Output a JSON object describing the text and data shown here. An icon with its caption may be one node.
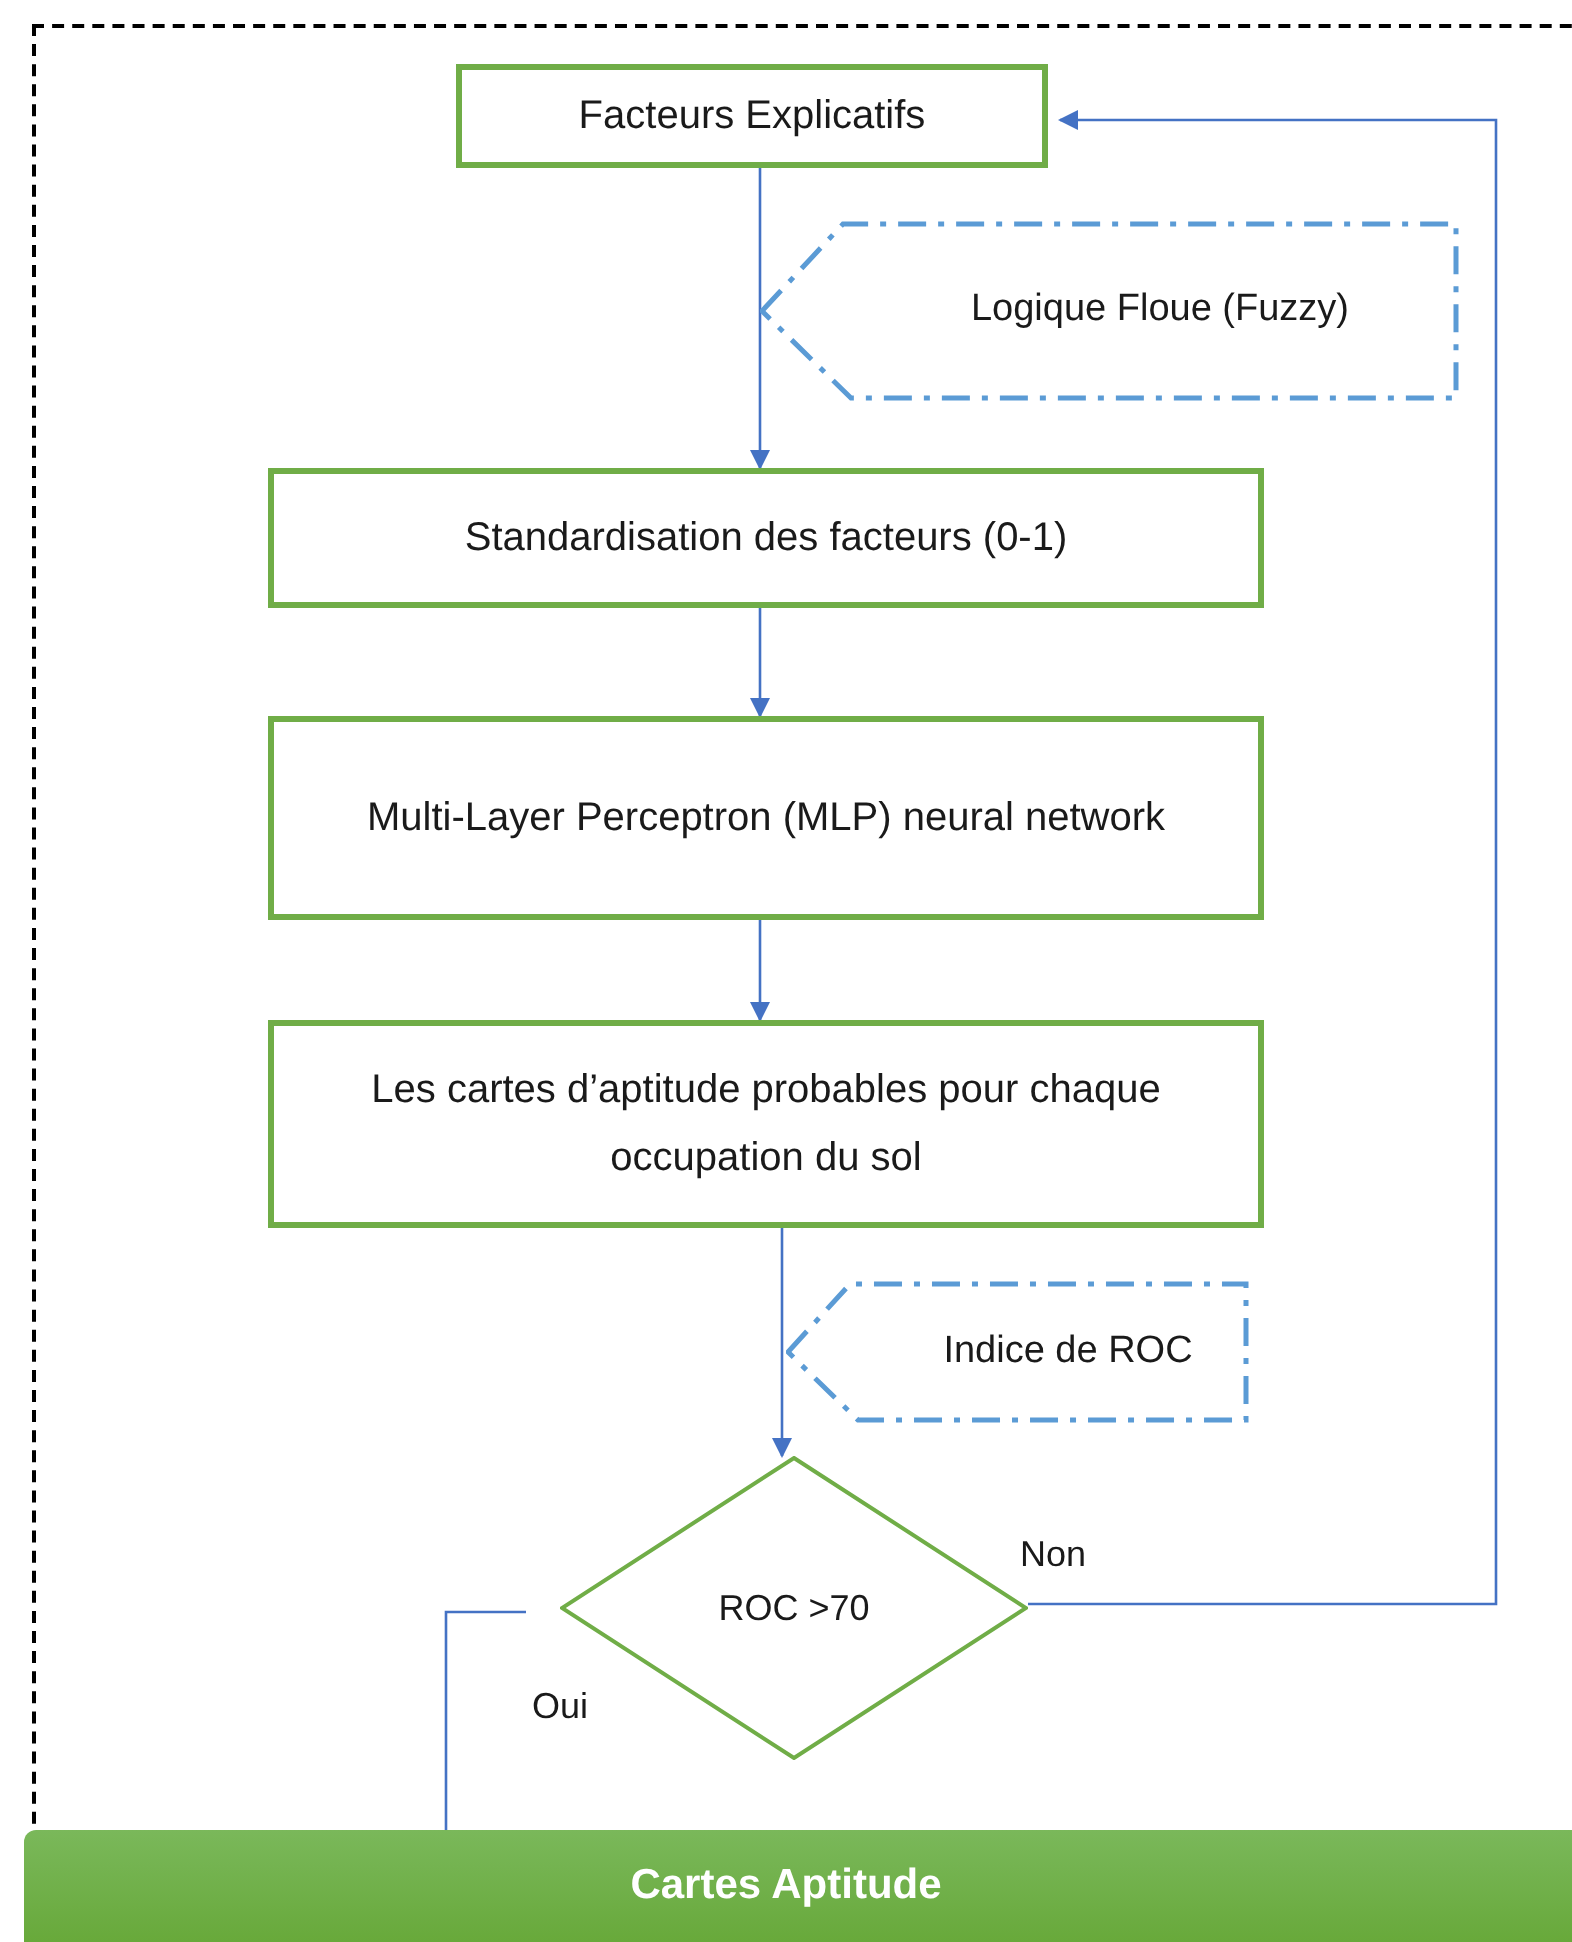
{
  "diagram": {
    "nodes": [
      {
        "text": [
          "Facteurs Explicatifs"
        ]
      },
      {
        "text": [
          "Logique Floue (Fuzzy)"
        ]
      },
      {
        "text": [
          "Standardisation des facteurs (0-1)"
        ]
      },
      {
        "text": [
          "Multi-Layer Perceptron (MLP) neural network"
        ]
      },
      {
        "text": [
          "Les cartes d’aptitude probables pour chaque occupation du sol"
        ]
      },
      {
        "text": [
          "Indice de ROC"
        ]
      },
      {
        "text": [
          "ROC >70"
        ]
      },
      {
        "text": [
          "Cartes Aptitude"
        ]
      }
    ],
    "edges": [
      {
        "from": 0,
        "to": 2,
        "arrow": "to"
      },
      {
        "from": 2,
        "to": 3,
        "arrow": "to"
      },
      {
        "from": 3,
        "to": 4,
        "arrow": "to"
      },
      {
        "from": 4,
        "to": 6,
        "arrow": "to"
      },
      {
        "from": 6,
        "to": 0,
        "arrow": "to",
        "label": "Non"
      },
      {
        "from": 6,
        "to": 7,
        "arrow": "none",
        "label": "Oui"
      }
    ]
  }
}
